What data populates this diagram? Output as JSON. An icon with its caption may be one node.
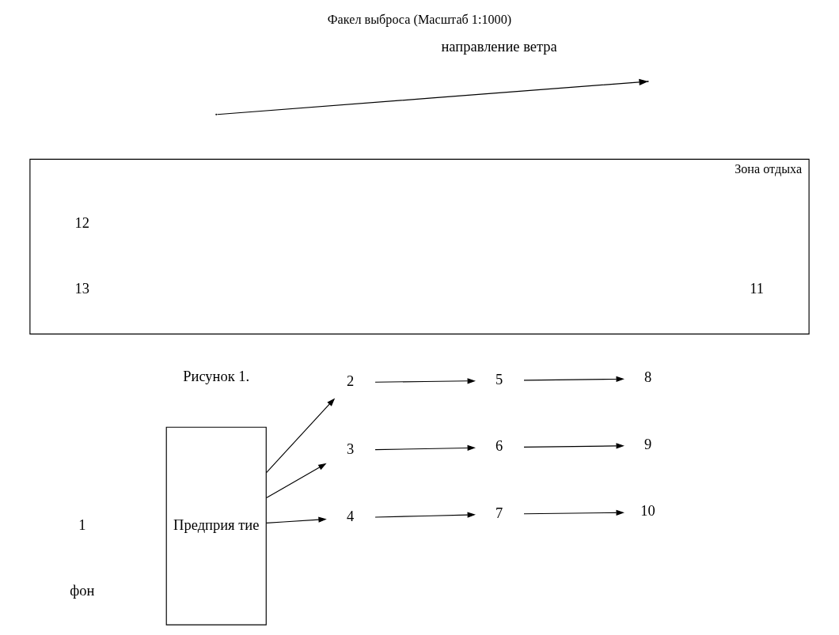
{
  "diagram": {
    "title": "Факел выброса (Масштаб 1:1000)",
    "nodes": [
      {
        "text": [
          "Предприя тие"
        ]
      },
      {
        "text": [
          "2"
        ]
      },
      {
        "text": [
          "3"
        ]
      },
      {
        "text": [
          "4"
        ]
      },
      {
        "text": [
          "5"
        ]
      },
      {
        "text": [
          "6"
        ]
      },
      {
        "text": [
          "7"
        ]
      },
      {
        "text": [
          "8"
        ]
      },
      {
        "text": [
          "9"
        ]
      },
      {
        "text": [
          "10"
        ]
      },
      {
        "text": [
          "Зона отдыха"
        ]
      },
      {
        "text": [
          "11"
        ],
        "in": 10
      },
      {
        "text": [
          "12"
        ],
        "in": 10
      },
      {
        "text": [
          "13"
        ],
        "in": 10
      }
    ],
    "edges": [
      {
        "from": 0,
        "to": 1,
        "arrow": "to"
      },
      {
        "from": 0,
        "to": 2,
        "arrow": "to"
      },
      {
        "from": 0,
        "to": 3,
        "arrow": "to"
      },
      {
        "from": 1,
        "to": 4,
        "arrow": "to"
      },
      {
        "from": 2,
        "to": 5,
        "arrow": "to"
      },
      {
        "from": 3,
        "to": 6,
        "arrow": "to"
      },
      {
        "from": 4,
        "to": 7,
        "arrow": "to"
      },
      {
        "from": 5,
        "to": 8,
        "arrow": "to"
      },
      {
        "from": 6,
        "to": 9,
        "arrow": "to"
      }
    ],
    "labels": [
      "Рисунок 1.",
      "1",
      "фон",
      "направление ветра"
    ]
  }
}
